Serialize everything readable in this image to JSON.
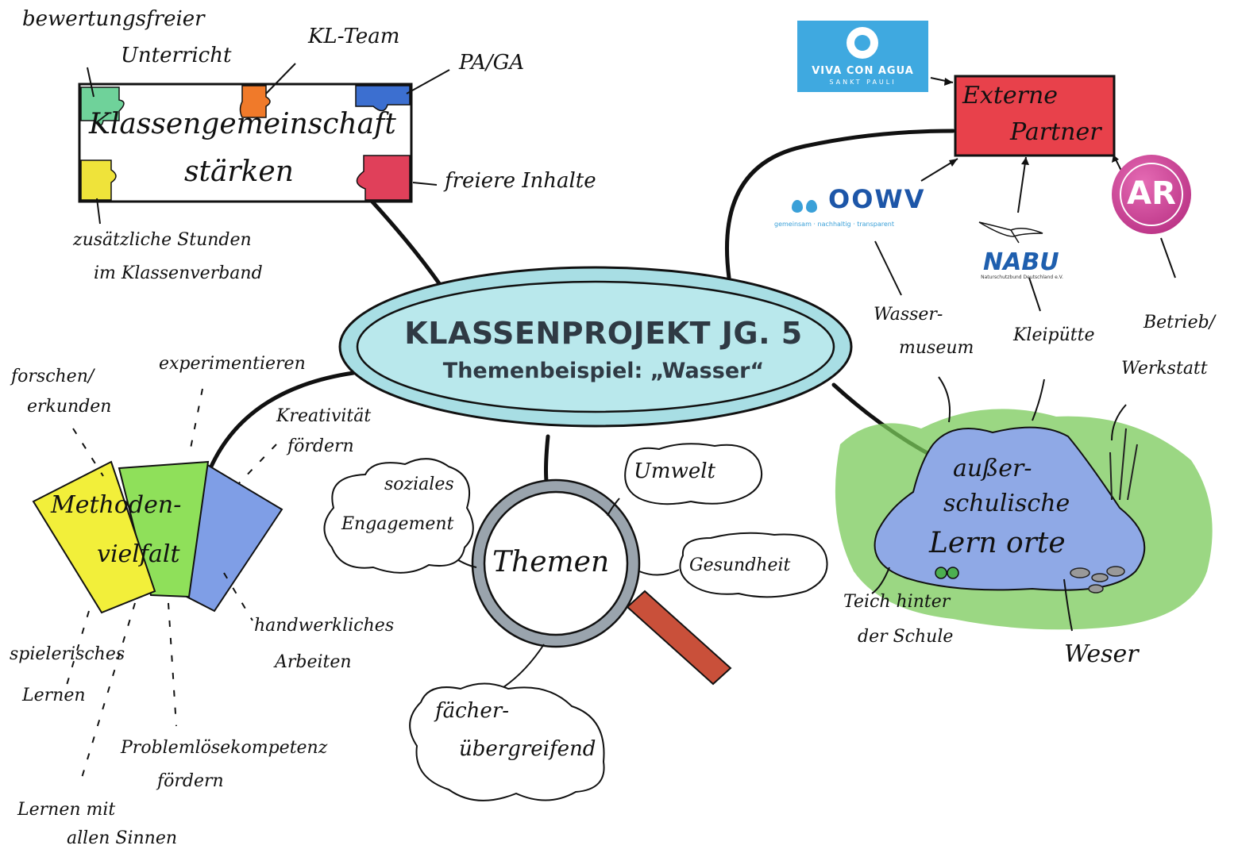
{
  "center": {
    "title": "KLASSENPROJEKT  JG. 5",
    "subtitle": "Themenbeispiel: „Wasser“"
  },
  "klassengemeinschaft": {
    "title_line1": "Klassengemeinschaft",
    "title_line2": "stärken",
    "labels": {
      "bewertungsfrei_1": "bewertungsfreier",
      "bewertungsfrei_2": "Unterricht",
      "kl_team": "KL-Team",
      "pa_ga": "PA/GA",
      "freiere_inhalte": "freiere Inhalte",
      "zusaetzlich_1": "zusätzliche Stunden",
      "zusaetzlich_2": "im Klassenverband"
    },
    "puzzle_colors": {
      "green": "#6fd29a",
      "orange": "#f07a2a",
      "blue": "#3c6fd0",
      "yellow": "#efe33a",
      "red": "#e0405a"
    }
  },
  "externe_partner": {
    "title_line1": "Externe",
    "title_line2": "Partner",
    "box_color": "#e8414b",
    "logos": {
      "viva_title": "VIVA CON AGUA",
      "viva_sub": "SANKT PAULI",
      "oowv_title": "OOWV",
      "oowv_sub": "gemeinsam · nachhaltig · transparent",
      "nabu_title": "NABU",
      "nabu_sub": "Naturschutzbund Deutschland e.V.",
      "ar_mark": "AR"
    },
    "labels": {
      "wassermuseum_1": "Wasser-",
      "wassermuseum_2": "museum",
      "kleipuette": "Kleipütte",
      "betrieb_1": "Betrieb/",
      "betrieb_2": "Werkstatt"
    }
  },
  "methoden": {
    "title_line1": "Methoden-",
    "title_line2": "vielfalt",
    "colors": {
      "yellow": "#f2ef3a",
      "green": "#8fe05a",
      "blue": "#7f9ee6"
    },
    "labels": {
      "forschen_1": "forschen/",
      "forschen_2": "erkunden",
      "experimentieren": "experimentieren",
      "kreativitaet_1": "Kreativität",
      "kreativitaet_2": "fördern",
      "handwerklich_1": "handwerkliches",
      "handwerklich_2": "Arbeiten",
      "spielerisch_1": "spielerisches",
      "spielerisch_2": "Lernen",
      "problem_1": "Problemlösekompetenz",
      "problem_2": "fördern",
      "sinne_1": "Lernen mit",
      "sinne_2": "allen Sinnen"
    }
  },
  "themen": {
    "title": "Themen",
    "clouds": {
      "soziales_1": "soziales",
      "soziales_2": "Engagement",
      "umwelt": "Umwelt",
      "gesundheit": "Gesundheit",
      "faecher_1": "fächer-",
      "faecher_2": "übergreifend"
    }
  },
  "lernorte": {
    "title_line1": "außer-",
    "title_line2": "schulische",
    "title_line3": "Lern orte",
    "labels": {
      "teich_1": "Teich hinter",
      "teich_2": "der Schule",
      "weser": "Weser"
    }
  }
}
